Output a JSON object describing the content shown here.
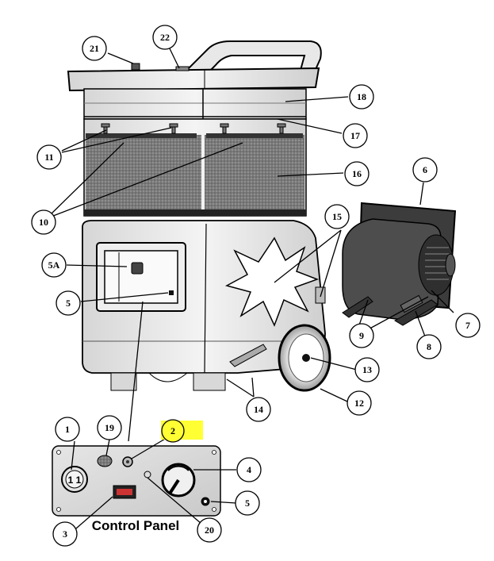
{
  "callouts": {
    "c1": "1",
    "c2": "2",
    "c3": "3",
    "c4": "4",
    "c5_top": "5",
    "c5_panel": "5",
    "c5a": "5A",
    "c6": "6",
    "c7": "7",
    "c8": "8",
    "c9": "9",
    "c10": "10",
    "c11": "11",
    "c12": "12",
    "c13": "13",
    "c14": "14",
    "c15": "15",
    "c16": "16",
    "c17": "17",
    "c18": "18",
    "c19": "19",
    "c20": "20",
    "c21": "21",
    "c22": "22"
  },
  "control_panel": {
    "title": "Control Panel",
    "outlet_label": "1 1"
  },
  "colors": {
    "highlight": "#ffff33",
    "line": "#000000",
    "body_gray": "#6f6f6f",
    "panel_gray": "#d9d9d9"
  }
}
